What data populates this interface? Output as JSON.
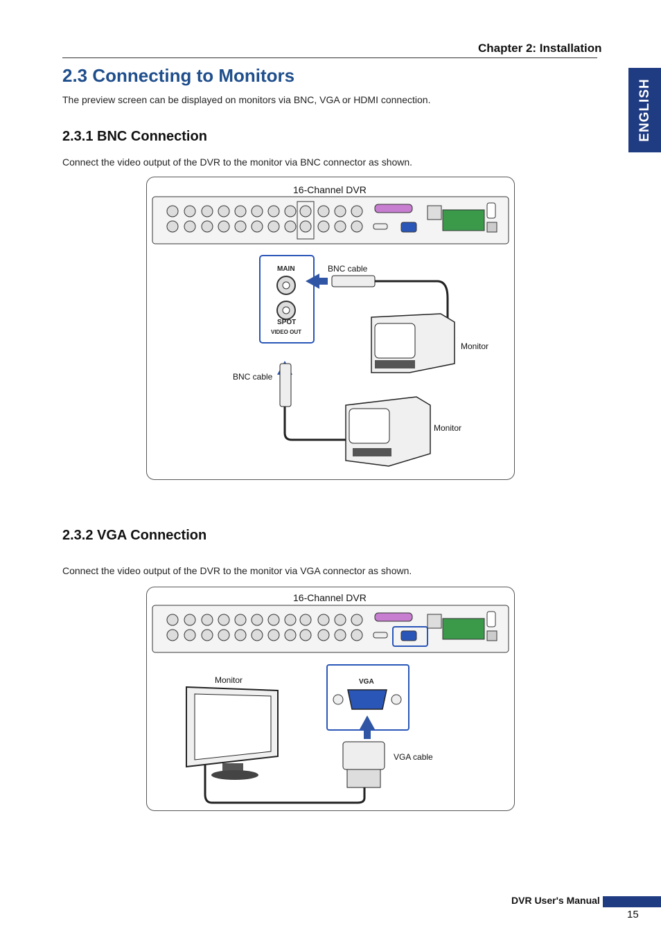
{
  "header": {
    "chapter": "Chapter 2: Installation"
  },
  "side_tab": {
    "label": "ENGLISH"
  },
  "section": {
    "title": "2.3 Connecting to Monitors",
    "intro": "The preview screen can be displayed on monitors via BNC, VGA or HDMI connection."
  },
  "bnc": {
    "title": "2.3.1 BNC Connection",
    "text": "Connect the video output of the DVR to the monitor via BNC connector as shown.",
    "figure": {
      "dvr_caption": "16-Channel DVR",
      "main_label": "MAIN",
      "spot_label": "SPOT",
      "video_out_label": "VIDEO OUT",
      "cable_top": "BNC cable",
      "cable_left": "BNC cable",
      "monitor_1": "Monitor",
      "monitor_2": "Monitor"
    }
  },
  "vga": {
    "title": "2.3.2 VGA Connection",
    "text": "Connect the video output of the DVR to the monitor via VGA connector as shown.",
    "figure": {
      "dvr_caption": "16-Channel DVR",
      "vga_label": "VGA",
      "monitor": "Monitor",
      "cable": "VGA cable"
    }
  },
  "footer": {
    "manual": "DVR User's Manual",
    "page": "15"
  },
  "colors": {
    "heading_blue": "#1f4e8c",
    "tab_blue": "#1f3b82",
    "highlight_blue": "#2a56b8",
    "arrow_blue": "#2f55a4"
  }
}
